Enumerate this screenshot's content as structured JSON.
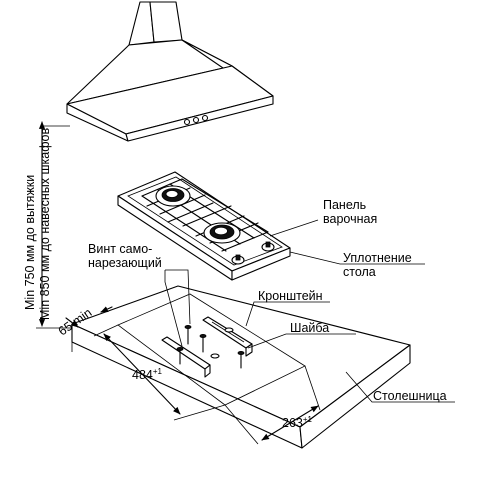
{
  "labels": {
    "panel_line1": "Панель",
    "panel_line2": "варочная",
    "seal_line1": "Уплотнение",
    "seal_line2": "стола",
    "bracket": "Кронштейн",
    "washer": "Шайба",
    "screw_line1": "Винт само-",
    "screw_line2": "нарезающий",
    "countertop": "Столешница"
  },
  "dimensions": {
    "vertical_line1": "Min 750 мм до вытяжки",
    "vertical_line2": "Min 850 мм до навесных шкафов",
    "side_min_value": "65",
    "side_min_unit": "min",
    "depth_value": "484",
    "depth_tolerance": "+1",
    "width_value": "263",
    "width_tolerance": "+1"
  },
  "colors": {
    "line": "#000000",
    "background": "#ffffff"
  }
}
